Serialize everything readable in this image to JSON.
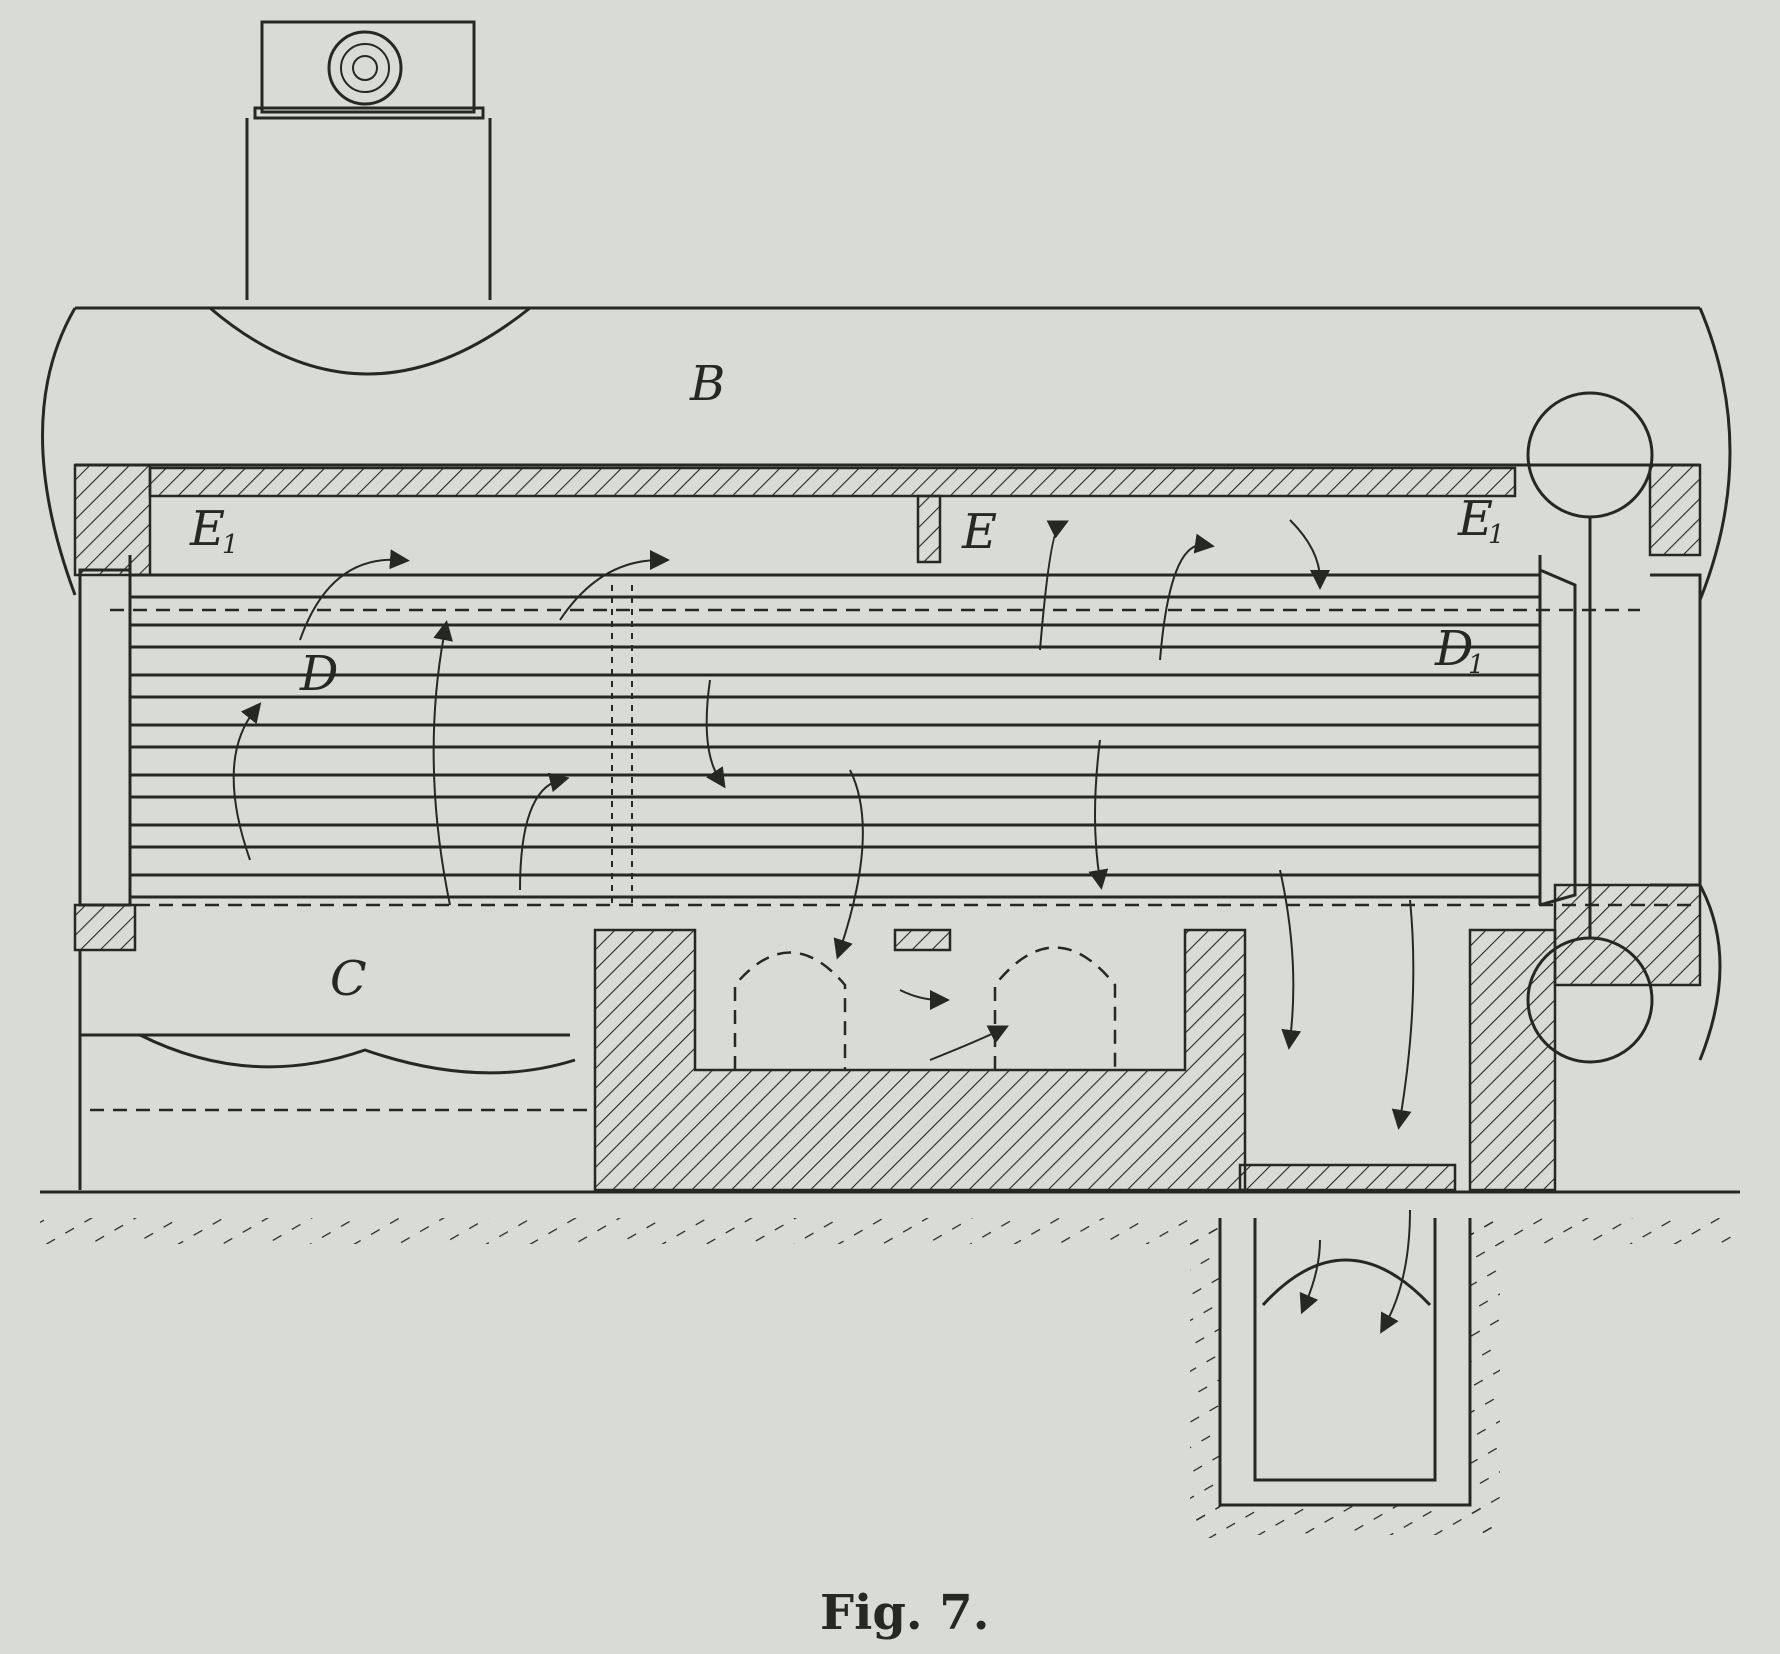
{
  "figure": {
    "caption": "Fig. 7.",
    "labels": {
      "boiler_drum": "B",
      "baffle_left": "E",
      "baffle_left_sub": "1",
      "baffle_middle": "E",
      "baffle_right": "E",
      "baffle_right_sub": "1",
      "tubes_left": "D",
      "tubes_right": "D",
      "tubes_right_sub": "1",
      "grate": "C"
    }
  },
  "colors": {
    "paper": "#d9dcd4",
    "ink": "#262824"
  },
  "chart_data": {
    "type": "diagram",
    "title": "Fig. 7."
  }
}
